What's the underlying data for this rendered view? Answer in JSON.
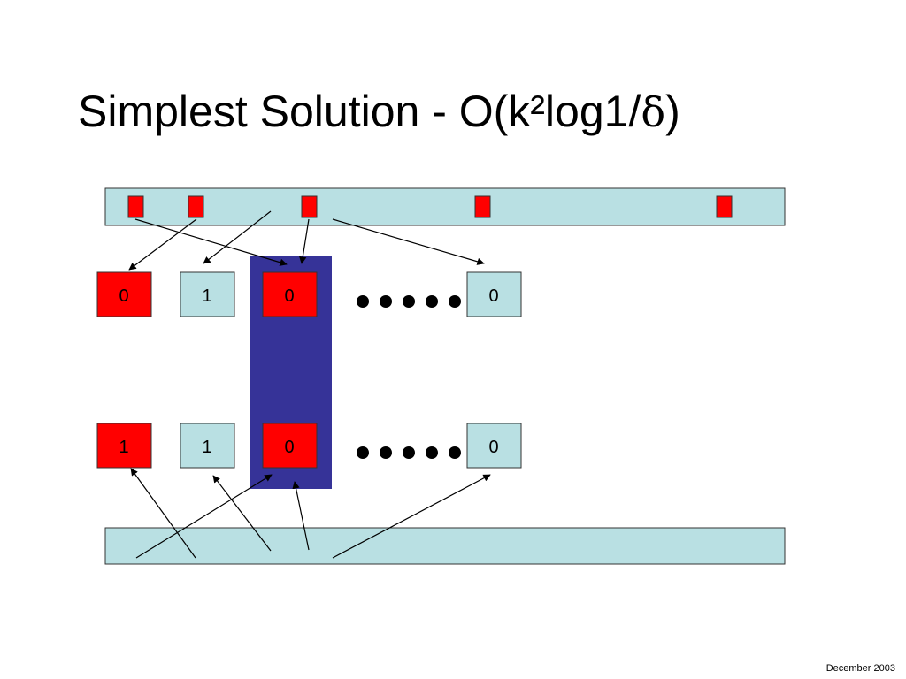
{
  "slide": {
    "title_main": "Simplest Solution - O(k²log1/",
    "title_delta": "δ",
    "title_end": ")",
    "footer": "December 2003"
  },
  "diagram": {
    "top_row_values": [
      "0",
      "1",
      "0",
      "0"
    ],
    "bottom_row_values": [
      "1",
      "1",
      "0",
      "0"
    ],
    "ellipsis_dot_count": 5,
    "colors": {
      "strip_fill": "#b9e0e3",
      "marked_cell": "#ff0000",
      "plain_cell": "#b9e0e3",
      "highlight_column": "#363398",
      "arrow": "#000000"
    }
  }
}
